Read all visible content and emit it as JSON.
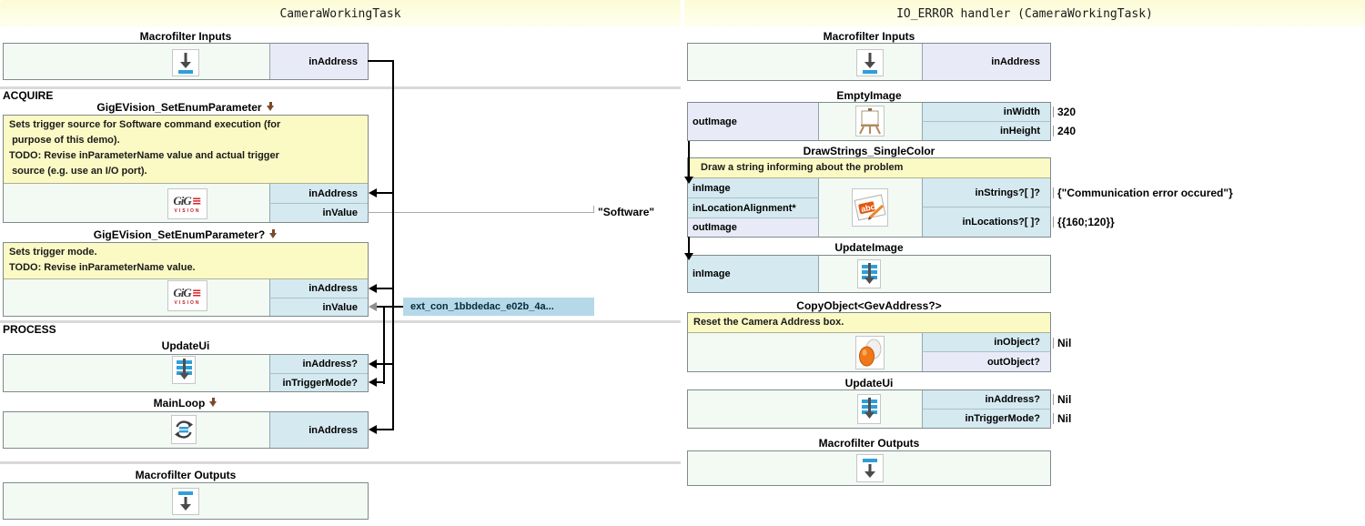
{
  "header": {
    "left_title": "CameraWorkingTask",
    "right_title": "IO_ERROR handler (CameraWorkingTask)"
  },
  "left": {
    "sections": {
      "acquire": "ACQUIRE",
      "process": "PROCESS"
    },
    "mf_inputs": {
      "title": "Macrofilter Inputs",
      "port_in_address": "inAddress"
    },
    "gige1": {
      "title": "GigEVision_SetEnumParameter",
      "comment": "Sets trigger source for Software command execution (for\n purpose of this demo).\nTODO: Revise inParameterName value and actual trigger\n source (e.g. use an I/O port).",
      "port_in_address": "inAddress",
      "port_in_value": "inValue"
    },
    "gige2": {
      "title": "GigEVision_SetEnumParameter?",
      "comment": "Sets trigger mode.\nTODO: Revise inParameterName value.",
      "port_in_address": "inAddress",
      "port_in_value": "inValue"
    },
    "update_ui": {
      "title": "UpdateUi",
      "port_in_address": "inAddress?",
      "port_in_trigger_mode": "inTriggerMode?"
    },
    "main_loop": {
      "title": "MainLoop",
      "port_in_address": "inAddress"
    },
    "mf_outputs": {
      "title": "Macrofilter Outputs"
    },
    "software_value": "\"Software\"",
    "ext_connection": "ext_con_1bbdedac_e02b_4a..."
  },
  "right": {
    "mf_inputs": {
      "title": "Macrofilter Inputs",
      "port_in_address": "inAddress"
    },
    "empty_image": {
      "title": "EmptyImage",
      "port_out_image": "outImage",
      "port_in_width": "inWidth",
      "in_width_value": "320",
      "port_in_height": "inHeight",
      "in_height_value": "240"
    },
    "draw_strings": {
      "title": "DrawStrings_SingleColor",
      "comment": "Draw a string informing about the problem",
      "port_in_image": "inImage",
      "port_in_location_alignment": "inLocationAlignment*",
      "port_out_image": "outImage",
      "port_in_strings": "inStrings?[ ]?",
      "in_strings_value": "{\"Communication error occured\"}",
      "port_in_locations": "inLocations?[ ]?",
      "in_locations_value": "{{160;120}}"
    },
    "update_image": {
      "title": "UpdateImage",
      "port_in_image": "inImage"
    },
    "copy_object": {
      "title": "CopyObject<GevAddress?>",
      "comment": "Reset the Camera Address box.",
      "port_in_object": "inObject?",
      "in_object_value": "Nil",
      "port_out_object": "outObject?"
    },
    "update_ui": {
      "title": "UpdateUi",
      "port_in_address": "inAddress?",
      "in_address_value": "Nil",
      "port_in_trigger_mode": "inTriggerMode?",
      "in_trigger_mode_value": "Nil"
    },
    "mf_outputs": {
      "title": "Macrofilter Outputs"
    }
  },
  "icons": {
    "macrofilter_input": "macrofilter-input-icon",
    "macrofilter_output": "macrofilter-output-icon",
    "gige_vision": "gige-vision-logo-icon",
    "update": "update-arrow-bars-icon",
    "main_loop": "loop-refresh-icon",
    "empty_image": "easel-icon",
    "draw_strings": "abc-draw-icon",
    "copy_object": "copy-object-eggs-icon",
    "enter_macrofilter": "enter-macrofilter-arrow-icon"
  },
  "colors": {
    "header_bg": "#FDFDE2",
    "comment_bg": "#FBFAC5",
    "input_port_bg": "#D5E9F0",
    "output_port_bg": "#E9EAF7",
    "block_bg": "#F2FAF3",
    "icon_blue": "#2E9FD9",
    "connection_black": "#000000",
    "ext_label_bg": "#B5D9E8",
    "enter_arrow": "#7A4A2D"
  }
}
